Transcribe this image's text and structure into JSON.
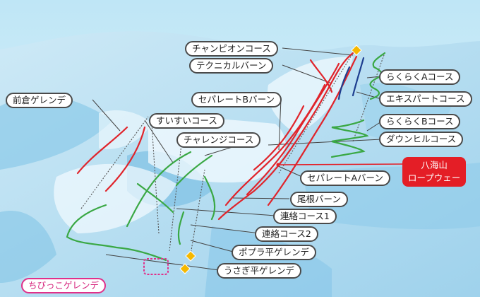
{
  "colors": {
    "advanced_run": "#e0242b",
    "beginner_run": "#3aa844",
    "expert_run": "#1e3e8f",
    "ropeway": "#e41e26",
    "label_border": "#4a4a4a",
    "kids_area": "#e0308a",
    "lift_line": "#555555",
    "station_marker": "#f5b800"
  },
  "icons": {
    "station": "diamond-marker-icon",
    "lift": "dashed-lift-line"
  },
  "labels": {
    "champion": "チャンピオンコース",
    "technical": "テクニカルバーン",
    "maekura": "前倉ゲレンデ",
    "separate_b": "セパレートBバーン",
    "raku_a": "らくらくAコース",
    "expert": "エキスパートコース",
    "suisui": "すいすいコース",
    "raku_b": "らくらくBコース",
    "challenge": "チャレンジコース",
    "downhill": "ダウンヒルコース",
    "separate_a": "セパレートAバーン",
    "one": "尾根バーン",
    "renraku1": "連絡コース1",
    "renraku2": "連絡コース2",
    "popura": "ポプラ平ゲレンデ",
    "usagi": "うさぎ平ゲレンデ",
    "chibikko": "ちびっこゲレンデ"
  },
  "ropeway": {
    "line1": "八海山",
    "line2": "ロープウェー"
  }
}
